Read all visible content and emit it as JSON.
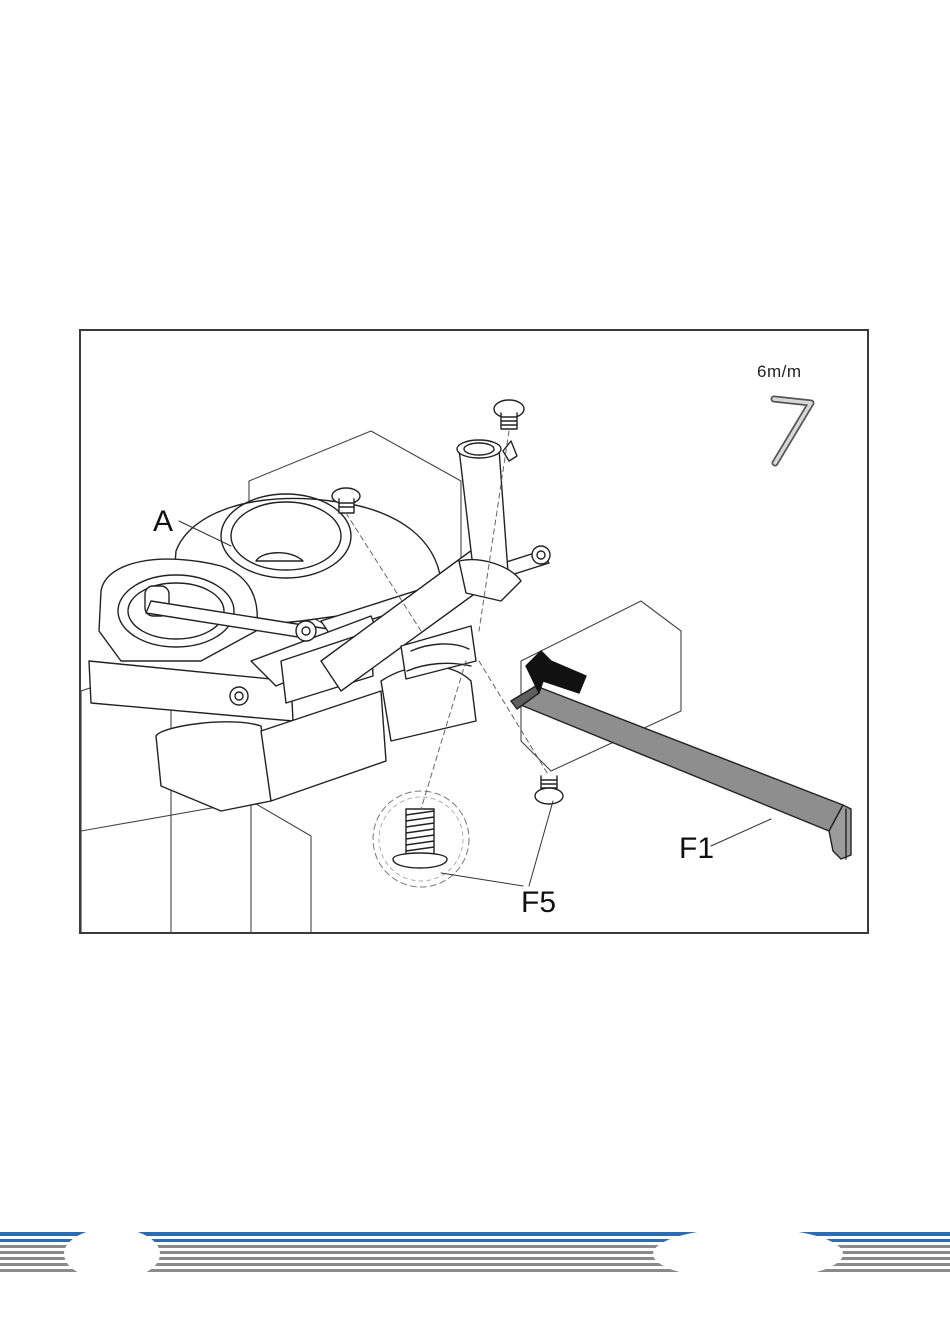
{
  "figure": {
    "callouts": {
      "main_frame": "A",
      "stabilizer": "F1",
      "bolt": "F5"
    },
    "tool": {
      "size_label": "6m/m",
      "icon": "allen-key-icon"
    },
    "assembly_direction_icon": "insert-arrow-icon"
  },
  "footer": {
    "stripe_colors": [
      "#2a6db5",
      "#8a8a8a"
    ]
  }
}
